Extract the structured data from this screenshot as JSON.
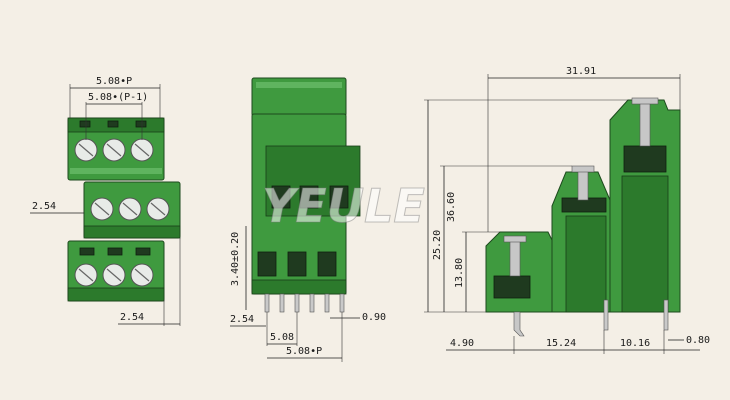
{
  "watermark": "YEULE",
  "front_view": {
    "dimensions": {
      "pitch_total": "5.08•P",
      "pitch_minus": "5.08•(P-1)",
      "row_offset": "2.54",
      "bottom_offset": "2.54"
    }
  },
  "side_view": {
    "dimensions": {
      "height": "3.40±0.20",
      "pin_offset": "2.54",
      "pin_thickness": "0.90",
      "pin_pitch": "5.08",
      "pitch_total": "5.08•P"
    }
  },
  "profile_view": {
    "dimensions": {
      "overall_width": "31.91",
      "overall_height": "36.60",
      "mid_height": "25.20",
      "low_height": "13.80",
      "left_offset": "4.90",
      "step_width": "15.24",
      "right_width": "10.16",
      "pin_width": "0.80"
    }
  },
  "colors": {
    "background": "#f4efe6",
    "housing": "#3f9a3f",
    "housing_dark": "#2c7a2c",
    "screw": "#e8ebe8"
  }
}
